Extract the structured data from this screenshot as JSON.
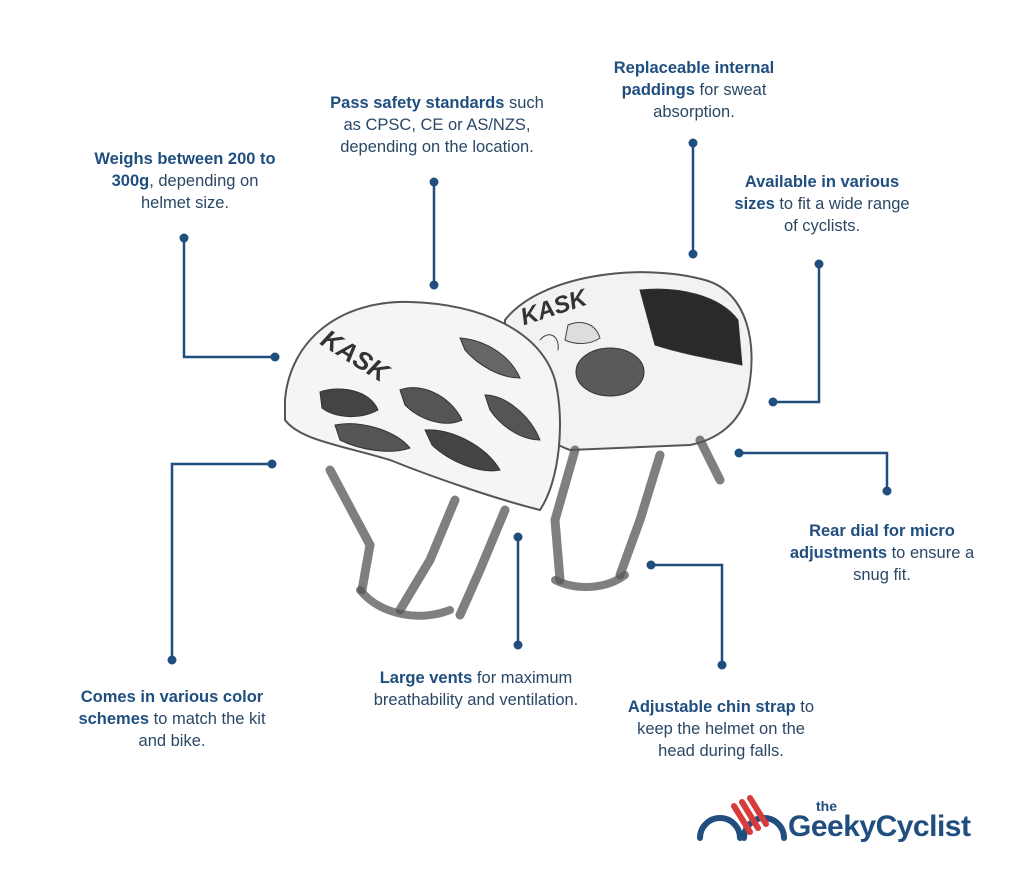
{
  "callouts": {
    "weight": {
      "bold": "Weighs between 200 to 300g",
      "rest": ", depending on helmet size."
    },
    "safety": {
      "bold": "Pass safety standards",
      "rest": " such as CPSC, CE or AS/NZS, depending on the location."
    },
    "padding": {
      "bold": "Replaceable internal paddings",
      "rest": " for sweat absorption."
    },
    "sizes": {
      "bold": "Available in various sizes",
      "rest": " to fit a wide range of cyclists."
    },
    "dial": {
      "bold": "Rear dial for micro adjustments",
      "rest": " to ensure a snug fit."
    },
    "strap": {
      "bold": "Adjustable chin strap",
      "rest": " to keep the helmet on the head during falls."
    },
    "vents": {
      "bold": "Large vents",
      "rest": " for maximum breathability and ventilation."
    },
    "colors": {
      "bold": "Comes in various color schemes",
      "rest": " to match the kit and bike."
    }
  },
  "helmet": {
    "brand": "KASK"
  },
  "logo": {
    "the": "the",
    "name": "GeekyCyclist"
  },
  "colors": {
    "accent": "#1f4e7f",
    "logo_red": "#d83b3b"
  }
}
